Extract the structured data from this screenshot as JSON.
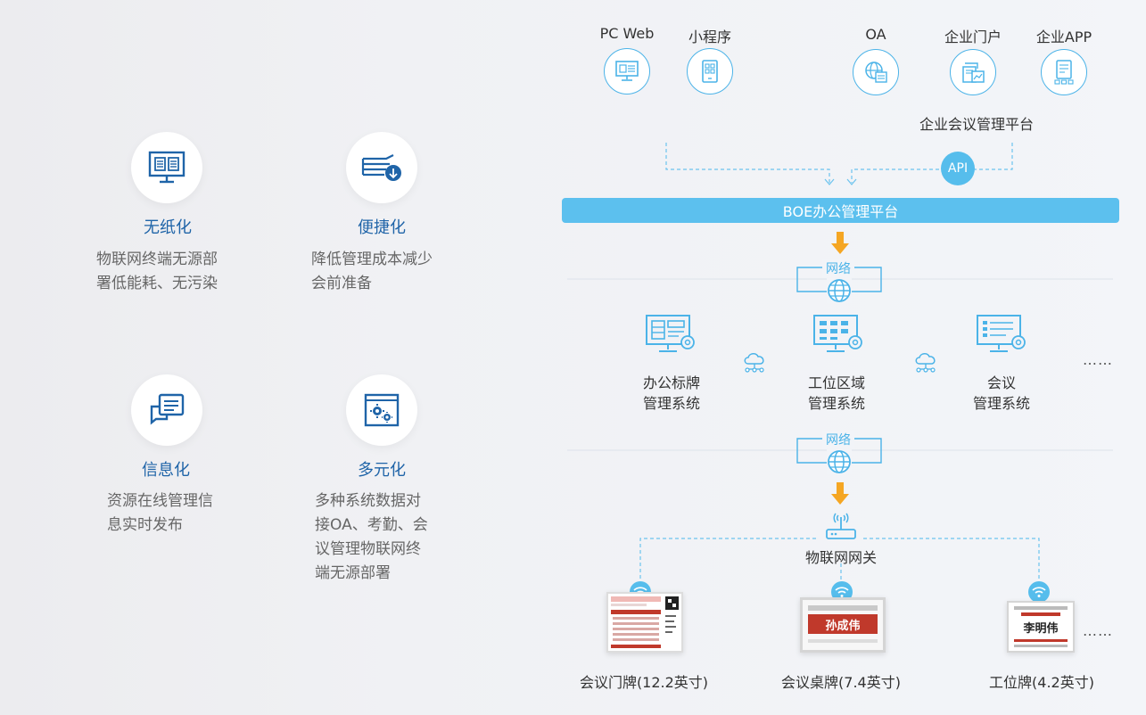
{
  "features": [
    {
      "id": "paperless",
      "title": "无纸化",
      "desc": [
        "物联网终端无源部",
        "署低能耗、无污染"
      ],
      "icon": "book-monitor-icon"
    },
    {
      "id": "convenient",
      "title": "便捷化",
      "desc": [
        "降低管理成本减少",
        "会前准备"
      ],
      "icon": "layers-download-icon"
    },
    {
      "id": "informatized",
      "title": "信息化",
      "desc": [
        "资源在线管理信",
        "息实时发布"
      ],
      "icon": "chat-bubble-icon"
    },
    {
      "id": "diversified",
      "title": "多元化",
      "desc": [
        "多种系统数据对",
        "接OA、考勤、会",
        "议管理物联网终",
        "端无源部署"
      ],
      "icon": "gear-window-icon"
    }
  ],
  "channels": [
    {
      "label": "PC Web",
      "icon": "monitor-icon"
    },
    {
      "label": "小程序",
      "icon": "phone-icon"
    },
    {
      "label": "OA",
      "icon": "globe-doc-icon"
    },
    {
      "label": "企业门户",
      "icon": "portal-icon"
    },
    {
      "label": "企业APP",
      "icon": "mobile-app-icon"
    }
  ],
  "enterprise_platform": "企业会议管理平台",
  "api_label": "API",
  "platform_label": "BOE办公管理平台",
  "network_label": "网络",
  "systems": [
    {
      "line1": "办公标牌",
      "line2": "管理系统",
      "icon": "signage-system-icon"
    },
    {
      "line1": "工位区域",
      "line2": "管理系统",
      "icon": "workstation-system-icon"
    },
    {
      "line1": "会议",
      "line2": "管理系统",
      "icon": "meeting-system-icon"
    }
  ],
  "ellipsis": "……",
  "gateway_label": "物联网网关",
  "devices": [
    {
      "label": "会议门牌(12.2英寸)",
      "screen_name": ""
    },
    {
      "label": "会议桌牌(7.4英寸)",
      "screen_name": "孙成伟"
    },
    {
      "label": "工位牌(4.2英寸)",
      "screen_name": "李明伟"
    }
  ],
  "colors": {
    "accent": "#4bb3e8",
    "bar": "#5cc0ee",
    "arrow": "#f5a623",
    "title_blue": "#1f64a8",
    "doorplate_red": "#c0392b"
  }
}
